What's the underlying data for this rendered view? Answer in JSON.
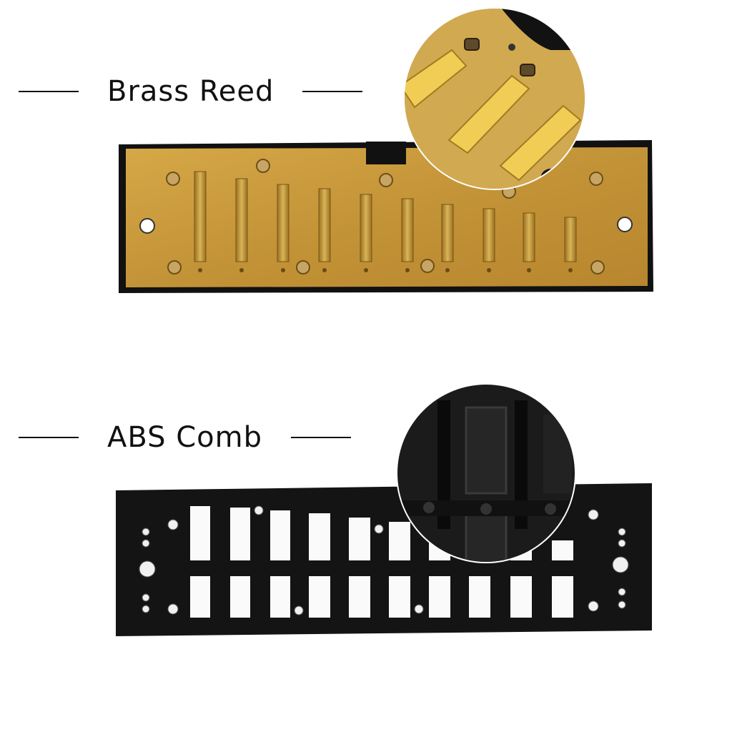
{
  "section_reed": {
    "title": "Brass Reed",
    "icon": "brass-reed-plate-photo",
    "colors": {
      "brass": "#c79a3c",
      "frame": "#111111",
      "reed": "#e4b84a"
    }
  },
  "section_comb": {
    "title": "ABS Comb",
    "icon": "abs-comb-photo",
    "colors": {
      "comb": "#111111",
      "slot": "#ffffff"
    }
  }
}
